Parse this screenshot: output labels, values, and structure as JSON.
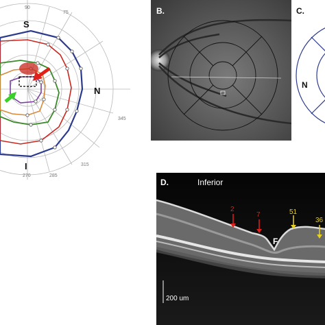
{
  "panel_a": {
    "angle_labels": [
      "90",
      "75",
      "345",
      "315",
      "285",
      "270"
    ],
    "orientation": {
      "superior": "S",
      "inferior": "I",
      "nasal": "N"
    }
  },
  "panel_b": {
    "label": "B."
  },
  "panel_c": {
    "label": "C.",
    "nasal": "N"
  },
  "panel_d": {
    "label": "D.",
    "direction": "Inferior",
    "fovea": "F",
    "markers": [
      {
        "text": "2",
        "color": "#e0201a"
      },
      {
        "text": "7",
        "color": "#e0201a"
      },
      {
        "text": "51",
        "color": "#e8d020"
      },
      {
        "text": "36",
        "color": "#e8d020"
      }
    ],
    "scale_bar": "200 um"
  },
  "colors": {
    "blue": "#2b3a8c",
    "red": "#c8261e",
    "green": "#3a8a2a",
    "orange": "#d88a3a",
    "purple": "#7a3fa0"
  }
}
